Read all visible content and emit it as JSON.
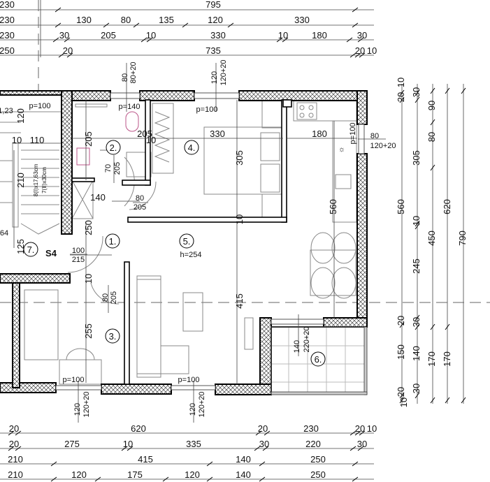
{
  "top_dimensions": {
    "row1": [
      "230",
      "795"
    ],
    "row2": [
      "230",
      "130",
      "80",
      "135",
      "120",
      "330"
    ],
    "row3": [
      "230",
      "30",
      "205",
      "10",
      "330",
      "10",
      "180",
      "30"
    ],
    "row4": [
      "250",
      "20",
      "735",
      "20",
      "10"
    ]
  },
  "bottom_dimensions": {
    "row1": [
      "20",
      "620",
      "20",
      "230",
      "20",
      "10"
    ],
    "row2": [
      "20",
      "275",
      "10",
      "335",
      "30",
      "220",
      "30"
    ],
    "row3": [
      "210",
      "415",
      "140",
      "250"
    ],
    "row4": [
      "210",
      "120",
      "175",
      "120",
      "140",
      "250"
    ]
  },
  "right_dimensions": {
    "col1": [
      "20",
      "10",
      "560",
      "20",
      "150",
      "10",
      "20"
    ],
    "col2": [
      "30",
      "305",
      "10",
      "245",
      "30",
      "140",
      "30"
    ],
    "col3": [
      "90",
      "80",
      "450",
      "170"
    ],
    "col4": [
      "620",
      "170"
    ],
    "col5": [
      "790"
    ]
  },
  "rooms": [
    {
      "number": "1."
    },
    {
      "number": "2."
    },
    {
      "number": "3."
    },
    {
      "number": "4."
    },
    {
      "number": "5.",
      "height": "h=254"
    },
    {
      "number": "6."
    },
    {
      "number": "7."
    }
  ],
  "stair_label": "S4",
  "stair_door": {
    "width": "100",
    "height": "215"
  },
  "stair_notes": [
    "8(I)x17,63cm",
    "7(II)x30cm"
  ],
  "windows": [
    {
      "width": "80",
      "height": "80+20",
      "sill": "p=140"
    },
    {
      "width": "120",
      "height": "120+20",
      "sill": "p=100"
    },
    {
      "width": "80",
      "height": "120+20",
      "sill": "p=100"
    },
    {
      "width": "140",
      "height": "220+20"
    },
    {
      "width": "120",
      "height": "120+20",
      "sill": "p=100"
    },
    {
      "width": "120",
      "height": "120+20",
      "sill": "p=100"
    }
  ],
  "stair_window_sill": "p=100",
  "doors": [
    {
      "width": "70",
      "height": "205"
    },
    {
      "width": "80",
      "height": "205"
    },
    {
      "width": "80",
      "height": "205"
    }
  ],
  "interior_dimensions": {
    "bath_width": "205",
    "bath_depth": "205",
    "bath_wall": "10",
    "bedroom_width": "330",
    "bedroom_depth": "305",
    "kitchen_width": "180",
    "kitchen_depth": "560",
    "bedroom_wall": "10",
    "living_depth": "415",
    "hall_length": "250",
    "hall_wall": "10",
    "room3_depth": "255",
    "hall_width": "140",
    "stair_landing": "120",
    "stair_width": "110",
    "stair_wall": "10",
    "stair_run": "210",
    "stair_landing2": "125",
    "partial_left_1": "1,23",
    "partial_left_2": "64"
  }
}
